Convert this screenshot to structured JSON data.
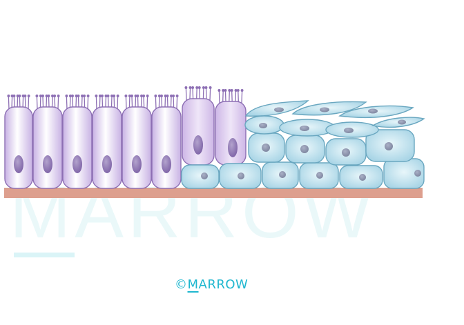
{
  "watermark": {
    "text": "MARROW"
  },
  "logo": {
    "symbol": "©",
    "first_letter": "M",
    "rest": "ARROW"
  },
  "colors": {
    "basement": "#dd9f8e",
    "columnar_fill": "#d9c6ec",
    "columnar_stroke": "#8d6fb4",
    "columnar_nucleus": "#8a6fb0",
    "squamous_fill": "#c9e7f1",
    "squamous_stroke": "#6aa7c0",
    "squamous_nucleus": "#8a93ad",
    "logo": "#1eb7cf"
  }
}
